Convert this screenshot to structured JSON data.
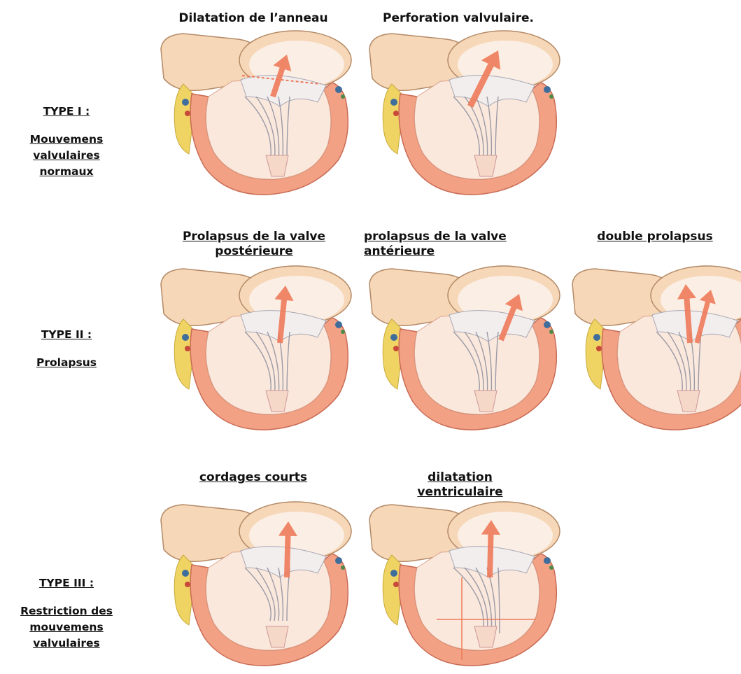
{
  "types": [
    {
      "title": "TYPE I",
      "colon": " :",
      "description_lines": [
        "Mouvemens",
        "valvulaires",
        "normaux"
      ],
      "panels": [
        {
          "caption_lines": [
            "Dilatation de l’anneau"
          ],
          "variant": "annulus-dilatation",
          "underlined": false
        },
        {
          "caption_lines": [
            "Perforation valvulaire."
          ],
          "variant": "perforation",
          "underlined": false
        }
      ]
    },
    {
      "title": "TYPE II",
      "colon": " :",
      "description_lines": [
        "Prolapsus"
      ],
      "panels": [
        {
          "caption_lines": [
            "Prolapsus de la valve",
            "postérieure"
          ],
          "variant": "posterior-prolapse",
          "underlined": true
        },
        {
          "caption_lines": [
            "prolapsus de la valve",
            "antérieure"
          ],
          "variant": "anterior-prolapse",
          "underlined": true
        },
        {
          "caption_lines": [
            "double prolapsus"
          ],
          "variant": "double-prolapse",
          "underlined": true
        }
      ]
    },
    {
      "title": "TYPE III",
      "colon": " :",
      "description_lines": [
        "Restriction des",
        "mouvemens",
        "valvulaires"
      ],
      "panels": [
        {
          "caption_lines": [
            "cordages courts"
          ],
          "variant": "short-chordae",
          "underlined": true
        },
        {
          "caption_lines": [
            "dilatation",
            "ventriculaire"
          ],
          "variant": "ventricular-dilatation",
          "underlined": true
        }
      ]
    }
  ],
  "colors": {
    "myocardium": "#f2a184",
    "myocardium_outline": "#c96b55",
    "chamber": "#fbe8dc",
    "valve": "#f2eeee",
    "aorta": "#f6d7b8",
    "fat": "#f0d463",
    "regurgitation_arrow": "#ee7a5a",
    "chordae": "#9a9aa6"
  }
}
